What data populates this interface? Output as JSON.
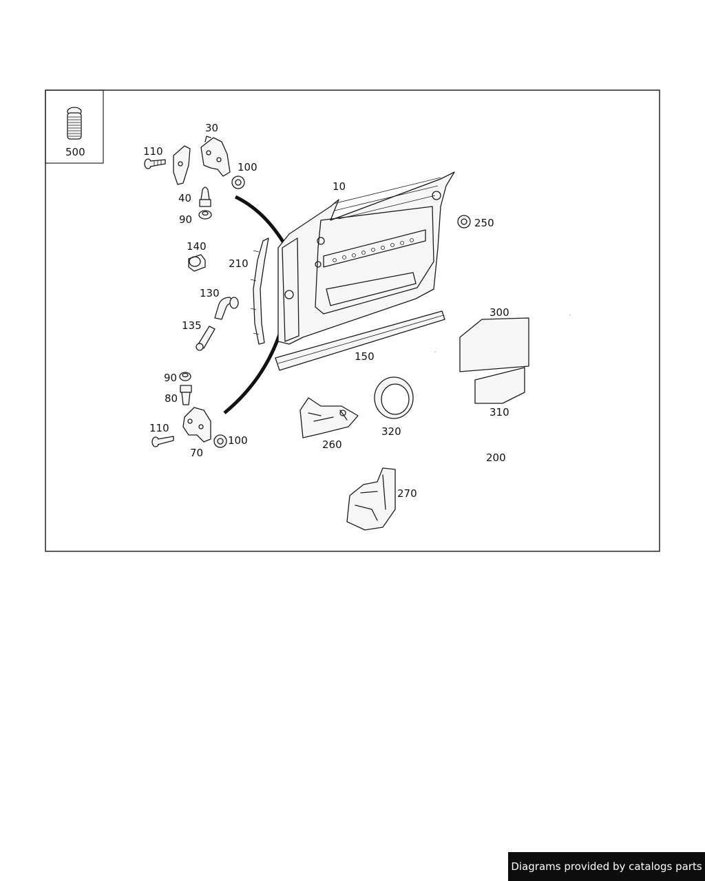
{
  "diagram": {
    "callouts": {
      "p10": "10",
      "p30": "30",
      "p40": "40",
      "p70": "70",
      "p80": "80",
      "p90_top": "90",
      "p90_bottom": "90",
      "p100_top": "100",
      "p100_bottom": "100",
      "p110_top": "110",
      "p110_bottom": "110",
      "p130": "130",
      "p135": "135",
      "p140": "140",
      "p150": "150",
      "p200": "200",
      "p210": "210",
      "p250": "250",
      "p260": "260",
      "p270": "270",
      "p300": "300",
      "p310": "310",
      "p320": "320",
      "p500": "500"
    }
  },
  "footer": {
    "credit": "Diagrams provided by catalogs parts"
  }
}
